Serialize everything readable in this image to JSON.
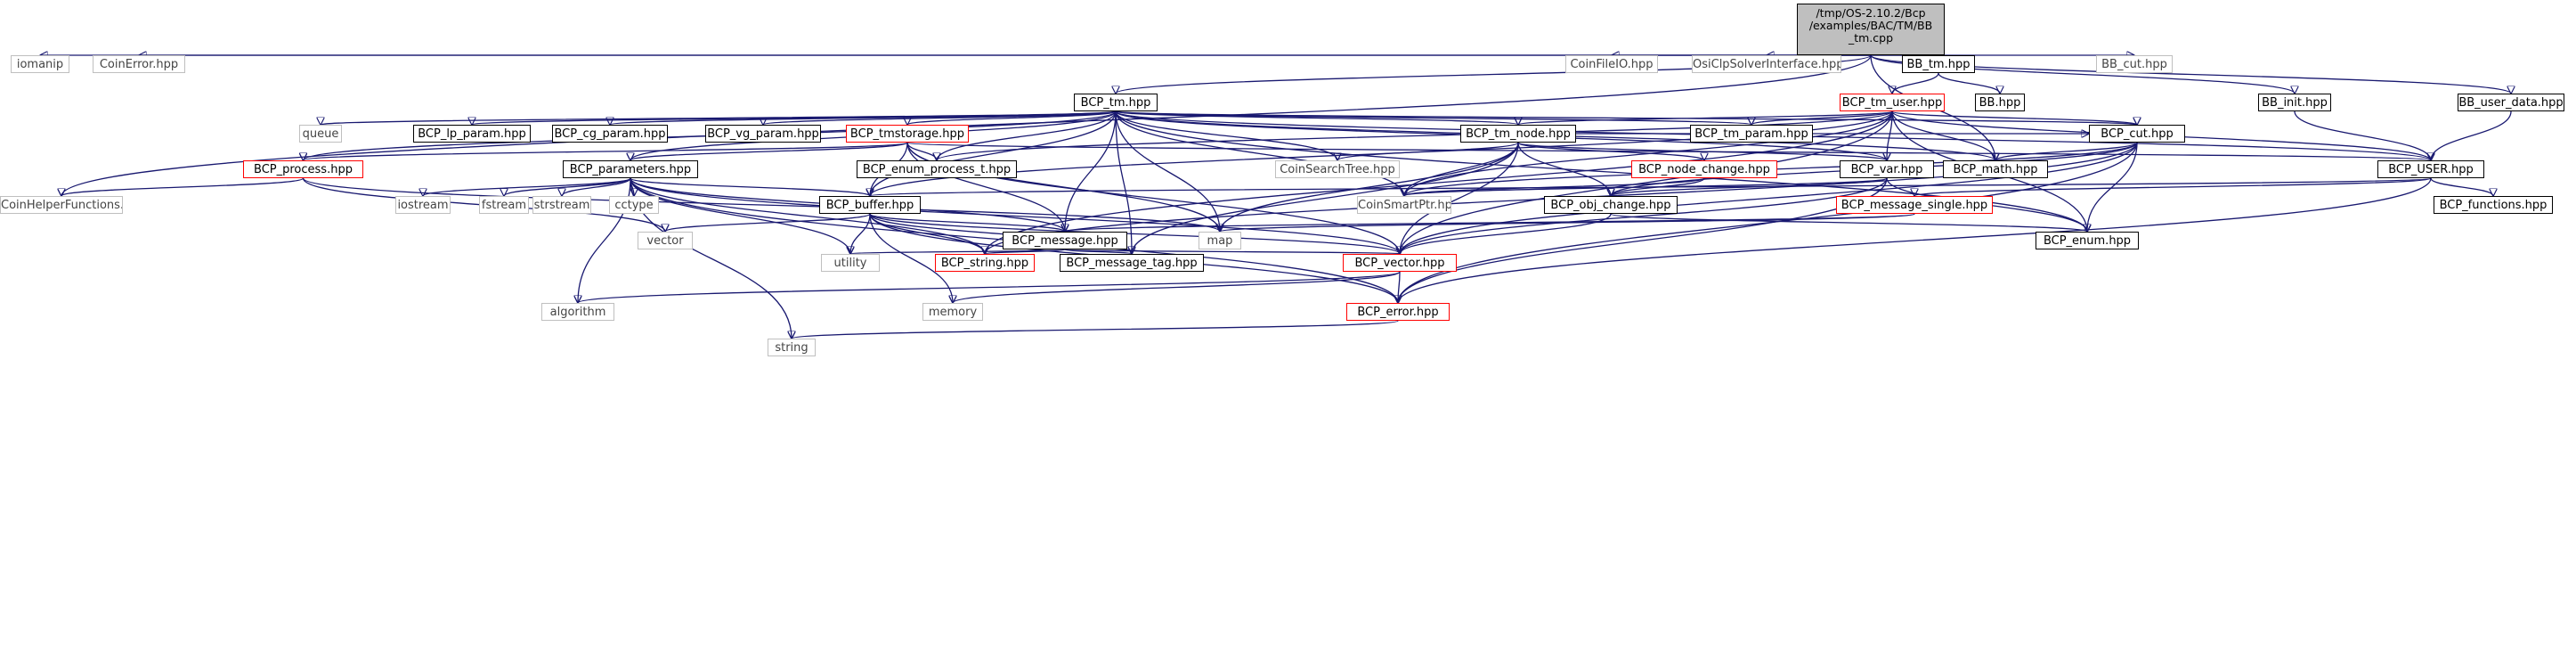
{
  "diagram": {
    "kind": "doxygen-include-dependency-graph",
    "colors": {
      "edge": "#191970",
      "node_border_local": "#000000",
      "node_border_external": "#bfbfbf",
      "node_border_incomplete": "#ff0000",
      "root_fill": "#bfbfbf"
    },
    "nodes": [
      {
        "id": "root",
        "label": "/tmp/OS-2.10.2/Bcp/examples/BAC/TM/BB_tm.cpp",
        "lines": [
          "/tmp/OS-2.10.2/Bcp",
          "/examples/BAC/TM/BB",
          "_tm.cpp"
        ],
        "style": "root"
      },
      {
        "id": "iomanip",
        "label": "iomanip",
        "style": "external"
      },
      {
        "id": "CoinError",
        "label": "CoinError.hpp",
        "style": "external"
      },
      {
        "id": "CoinFileIO",
        "label": "CoinFileIO.hpp",
        "style": "external"
      },
      {
        "id": "OsiClp",
        "label": "OsiClpSolverInterface.hpp",
        "style": "external"
      },
      {
        "id": "BB_tm",
        "label": "BB_tm.hpp",
        "style": "local"
      },
      {
        "id": "BB_cut",
        "label": "BB_cut.hpp",
        "style": "external"
      },
      {
        "id": "BB",
        "label": "BB.hpp",
        "style": "local"
      },
      {
        "id": "BCP_tm",
        "label": "BCP_tm.hpp",
        "style": "local"
      },
      {
        "id": "BCP_tm_user",
        "label": "BCP_tm_user.hpp",
        "style": "incomplete"
      },
      {
        "id": "BB_init",
        "label": "BB_init.hpp",
        "style": "local"
      },
      {
        "id": "BB_user_data",
        "label": "BB_user_data.hpp",
        "style": "local"
      },
      {
        "id": "queue",
        "label": "queue",
        "style": "external"
      },
      {
        "id": "BCP_lp_param",
        "label": "BCP_lp_param.hpp",
        "style": "local"
      },
      {
        "id": "BCP_cg_param",
        "label": "BCP_cg_param.hpp",
        "style": "local"
      },
      {
        "id": "BCP_vg_param",
        "label": "BCP_vg_param.hpp",
        "style": "local"
      },
      {
        "id": "BCP_tmstorage",
        "label": "BCP_tmstorage.hpp",
        "style": "incomplete"
      },
      {
        "id": "BCP_tm_node",
        "label": "BCP_tm_node.hpp",
        "style": "local"
      },
      {
        "id": "BCP_tm_param",
        "label": "BCP_tm_param.hpp",
        "style": "local"
      },
      {
        "id": "BCP_cut",
        "label": "BCP_cut.hpp",
        "style": "local"
      },
      {
        "id": "BCP_process",
        "label": "BCP_process.hpp",
        "style": "incomplete"
      },
      {
        "id": "BCP_parameters",
        "label": "BCP_parameters.hpp",
        "style": "local"
      },
      {
        "id": "BCP_enum_process_t",
        "label": "BCP_enum_process_t.hpp",
        "style": "local"
      },
      {
        "id": "CoinSearchTree",
        "label": "CoinSearchTree.hpp",
        "style": "external"
      },
      {
        "id": "BCP_node_change",
        "label": "BCP_node_change.hpp",
        "style": "incomplete"
      },
      {
        "id": "BCP_var",
        "label": "BCP_var.hpp",
        "style": "local"
      },
      {
        "id": "BCP_math",
        "label": "BCP_math.hpp",
        "style": "local"
      },
      {
        "id": "BCP_USER",
        "label": "BCP_USER.hpp",
        "style": "local"
      },
      {
        "id": "CoinHelper",
        "label": "CoinHelperFunctions.hpp",
        "style": "external"
      },
      {
        "id": "iostream",
        "label": "iostream",
        "style": "external"
      },
      {
        "id": "fstream",
        "label": "fstream",
        "style": "external"
      },
      {
        "id": "strstream",
        "label": "strstream",
        "style": "external"
      },
      {
        "id": "cctype",
        "label": "cctype",
        "style": "external"
      },
      {
        "id": "BCP_buffer",
        "label": "BCP_buffer.hpp",
        "style": "local"
      },
      {
        "id": "BCP_obj_change",
        "label": "BCP_obj_change.hpp",
        "style": "local"
      },
      {
        "id": "CoinSmartPtr",
        "label": "CoinSmartPtr.hpp",
        "style": "external"
      },
      {
        "id": "BCP_message_single",
        "label": "BCP_message_single.hpp",
        "style": "incomplete"
      },
      {
        "id": "BCP_functions",
        "label": "BCP_functions.hpp",
        "style": "local"
      },
      {
        "id": "vector",
        "label": "vector",
        "style": "external"
      },
      {
        "id": "map",
        "label": "map",
        "style": "external"
      },
      {
        "id": "BCP_message",
        "label": "BCP_message.hpp",
        "style": "local"
      },
      {
        "id": "BCP_enum",
        "label": "BCP_enum.hpp",
        "style": "local"
      },
      {
        "id": "utility",
        "label": "utility",
        "style": "external"
      },
      {
        "id": "BCP_string",
        "label": "BCP_string.hpp",
        "style": "incomplete"
      },
      {
        "id": "BCP_message_tag",
        "label": "BCP_message_tag.hpp",
        "style": "local"
      },
      {
        "id": "BCP_vector",
        "label": "BCP_vector.hpp",
        "style": "incomplete"
      },
      {
        "id": "algorithm",
        "label": "algorithm",
        "style": "external"
      },
      {
        "id": "memory",
        "label": "memory",
        "style": "external"
      },
      {
        "id": "BCP_error",
        "label": "BCP_error.hpp",
        "style": "incomplete"
      },
      {
        "id": "string",
        "label": "string",
        "style": "external"
      }
    ],
    "edges": [
      [
        "root",
        "iomanip"
      ],
      [
        "root",
        "CoinError"
      ],
      [
        "root",
        "CoinFileIO"
      ],
      [
        "root",
        "OsiClp"
      ],
      [
        "root",
        "BB_tm"
      ],
      [
        "root",
        "BB_cut"
      ],
      [
        "root",
        "BB_init"
      ],
      [
        "root",
        "BB_user_data"
      ],
      [
        "root",
        "BCP_tm"
      ],
      [
        "root",
        "CoinHelper"
      ],
      [
        "root",
        "BCP_math"
      ],
      [
        "BB_tm",
        "BB"
      ],
      [
        "BB_tm",
        "BCP_tm_user"
      ],
      [
        "BB_init",
        "BCP_USER"
      ],
      [
        "BB_user_data",
        "BCP_USER"
      ],
      [
        "BCP_tm",
        "queue"
      ],
      [
        "BCP_tm",
        "BCP_lp_param"
      ],
      [
        "BCP_tm",
        "BCP_cg_param"
      ],
      [
        "BCP_tm",
        "BCP_vg_param"
      ],
      [
        "BCP_tm",
        "BCP_tmstorage"
      ],
      [
        "BCP_tm",
        "BCP_tm_node"
      ],
      [
        "BCP_tm",
        "BCP_tm_param"
      ],
      [
        "BCP_tm",
        "BCP_cut"
      ],
      [
        "BCP_tm",
        "BCP_process"
      ],
      [
        "BCP_tm",
        "BCP_parameters"
      ],
      [
        "BCP_tm",
        "BCP_enum_process_t"
      ],
      [
        "BCP_tm",
        "CoinSearchTree"
      ],
      [
        "BCP_tm",
        "BCP_var"
      ],
      [
        "BCP_tm",
        "BCP_math"
      ],
      [
        "BCP_tm",
        "BCP_USER"
      ],
      [
        "BCP_tm",
        "BCP_buffer"
      ],
      [
        "BCP_tm",
        "BCP_message"
      ],
      [
        "BCP_tm",
        "map"
      ],
      [
        "BCP_tm",
        "CoinSmartPtr"
      ],
      [
        "BCP_tm",
        "BCP_enum"
      ],
      [
        "BCP_tm",
        "BCP_message_tag"
      ],
      [
        "BCP_tm_user",
        "BCP_tm_param"
      ],
      [
        "BCP_tm_user",
        "BCP_tm_node"
      ],
      [
        "BCP_tm_user",
        "BCP_cut"
      ],
      [
        "BCP_tm_user",
        "BCP_var"
      ],
      [
        "BCP_tm_user",
        "BCP_math"
      ],
      [
        "BCP_tm_user",
        "BCP_USER"
      ],
      [
        "BCP_tm_user",
        "BCP_enum_process_t"
      ],
      [
        "BCP_tm_user",
        "BCP_buffer"
      ],
      [
        "BCP_tm_user",
        "CoinSmartPtr"
      ],
      [
        "BCP_tm_user",
        "BCP_enum"
      ],
      [
        "BCP_tm_user",
        "BCP_vector"
      ],
      [
        "BCP_tm_user",
        "BCP_string"
      ],
      [
        "BCP_tmstorage",
        "BCP_process"
      ],
      [
        "BCP_tmstorage",
        "BCP_parameters"
      ],
      [
        "BCP_tmstorage",
        "BCP_enum_process_t"
      ],
      [
        "BCP_tmstorage",
        "BCP_buffer"
      ],
      [
        "BCP_tmstorage",
        "BCP_message"
      ],
      [
        "BCP_tmstorage",
        "map"
      ],
      [
        "BCP_tmstorage",
        "BCP_vector"
      ],
      [
        "BCP_tmstorage",
        "BCP_USER"
      ],
      [
        "BCP_tm_node",
        "BCP_obj_change"
      ],
      [
        "BCP_tm_node",
        "BCP_node_change"
      ],
      [
        "BCP_tm_node",
        "CoinSearchTree"
      ],
      [
        "BCP_tm_node",
        "BCP_vector"
      ],
      [
        "BCP_tm_node",
        "map"
      ],
      [
        "BCP_tm_node",
        "BCP_message_tag"
      ],
      [
        "BCP_tm_node",
        "CoinSmartPtr"
      ],
      [
        "BCP_tm_node",
        "BCP_var"
      ],
      [
        "BCP_tm_node",
        "BCP_cut"
      ],
      [
        "BCP_cut",
        "BCP_obj_change"
      ],
      [
        "BCP_cut",
        "BCP_math"
      ],
      [
        "BCP_cut",
        "BCP_enum"
      ],
      [
        "BCP_cut",
        "BCP_vector"
      ],
      [
        "BCP_cut",
        "BCP_error"
      ],
      [
        "BCP_cut",
        "CoinSmartPtr"
      ],
      [
        "BCP_cut",
        "BCP_string"
      ],
      [
        "BCP_node_change",
        "BCP_obj_change"
      ],
      [
        "BCP_node_change",
        "CoinSmartPtr"
      ],
      [
        "BCP_var",
        "BCP_obj_change"
      ],
      [
        "BCP_var",
        "CoinSmartPtr"
      ],
      [
        "BCP_var",
        "BCP_enum"
      ],
      [
        "BCP_var",
        "BCP_vector"
      ],
      [
        "BCP_var",
        "BCP_error"
      ],
      [
        "BCP_USER",
        "BCP_functions"
      ],
      [
        "BCP_USER",
        "BCP_message_single"
      ],
      [
        "BCP_USER",
        "BCP_buffer"
      ],
      [
        "BCP_USER",
        "BCP_error"
      ],
      [
        "BCP_process",
        "CoinHelper"
      ],
      [
        "BCP_process",
        "vector"
      ],
      [
        "BCP_process",
        "map"
      ],
      [
        "BCP_parameters",
        "iostream"
      ],
      [
        "BCP_parameters",
        "fstream"
      ],
      [
        "BCP_parameters",
        "strstream"
      ],
      [
        "BCP_parameters",
        "cctype"
      ],
      [
        "BCP_parameters",
        "BCP_buffer"
      ],
      [
        "BCP_parameters",
        "algorithm"
      ],
      [
        "BCP_parameters",
        "BCP_string"
      ],
      [
        "BCP_parameters",
        "BCP_vector"
      ],
      [
        "BCP_parameters",
        "BCP_error"
      ],
      [
        "BCP_parameters",
        "utility"
      ],
      [
        "BCP_parameters",
        "string"
      ],
      [
        "BCP_parameters",
        "BCP_message"
      ],
      [
        "BCP_buffer",
        "vector"
      ],
      [
        "BCP_buffer",
        "BCP_message"
      ],
      [
        "BCP_buffer",
        "BCP_string"
      ],
      [
        "BCP_buffer",
        "BCP_message_tag"
      ],
      [
        "BCP_buffer",
        "BCP_vector"
      ],
      [
        "BCP_buffer",
        "BCP_error"
      ],
      [
        "BCP_buffer",
        "memory"
      ],
      [
        "BCP_buffer",
        "utility"
      ],
      [
        "BCP_obj_change",
        "BCP_enum"
      ],
      [
        "BCP_obj_change",
        "BCP_vector"
      ],
      [
        "BCP_message_single",
        "map"
      ],
      [
        "BCP_message_single",
        "BCP_message"
      ],
      [
        "BCP_message",
        "BCP_string"
      ],
      [
        "BCP_message",
        "BCP_message_tag"
      ],
      [
        "BCP_message",
        "BCP_vector"
      ],
      [
        "BCP_message",
        "utility"
      ],
      [
        "BCP_vector",
        "BCP_error"
      ],
      [
        "BCP_vector",
        "algorithm"
      ],
      [
        "BCP_vector",
        "memory"
      ],
      [
        "BCP_error",
        "string"
      ]
    ]
  }
}
